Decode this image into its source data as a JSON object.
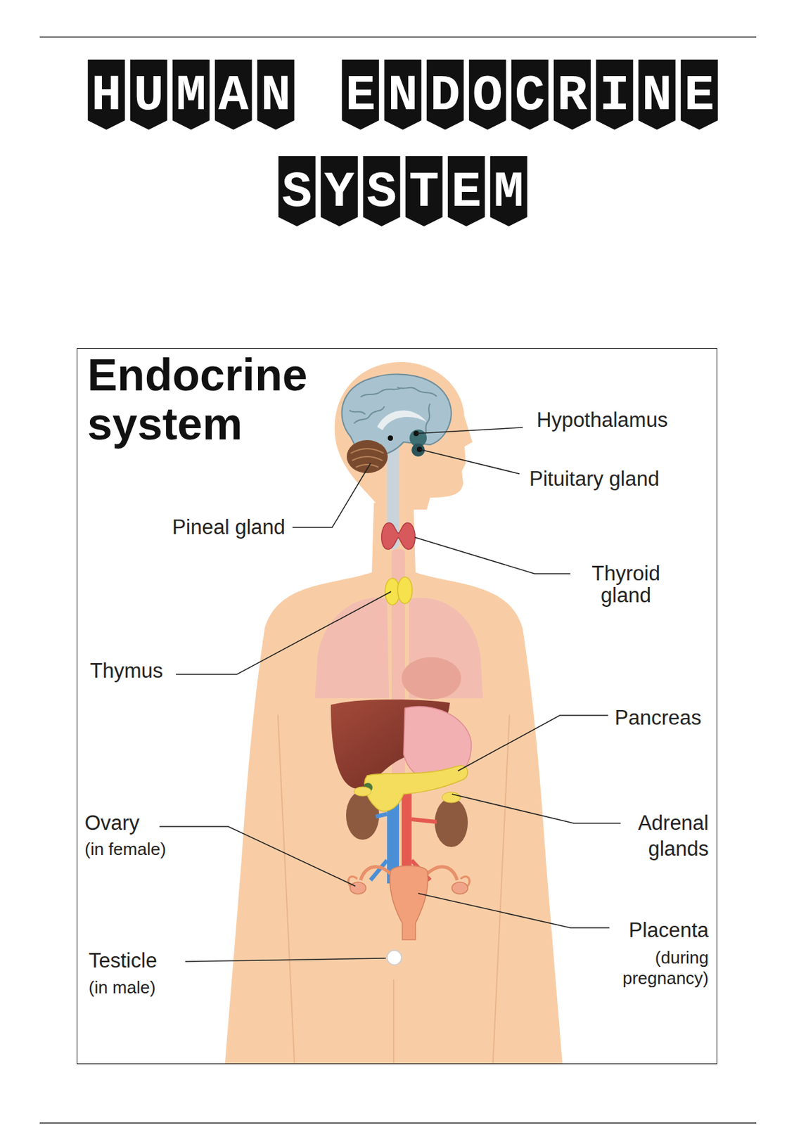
{
  "diagram": {
    "title": "HUMAN ENDOCRINE SYSTEM",
    "nodes": [
      {
        "text": [
          "Endocrine system"
        ]
      }
    ],
    "labels": [
      "Hypothalamus",
      "Pituitary gland",
      "Pineal gland",
      "Thyroid gland",
      "Thymus",
      "Pancreas",
      "Ovary",
      "(in female)",
      "Adrenal glands",
      "Placenta",
      "(during pregnancy)",
      "Testicle",
      "(in male)"
    ]
  }
}
